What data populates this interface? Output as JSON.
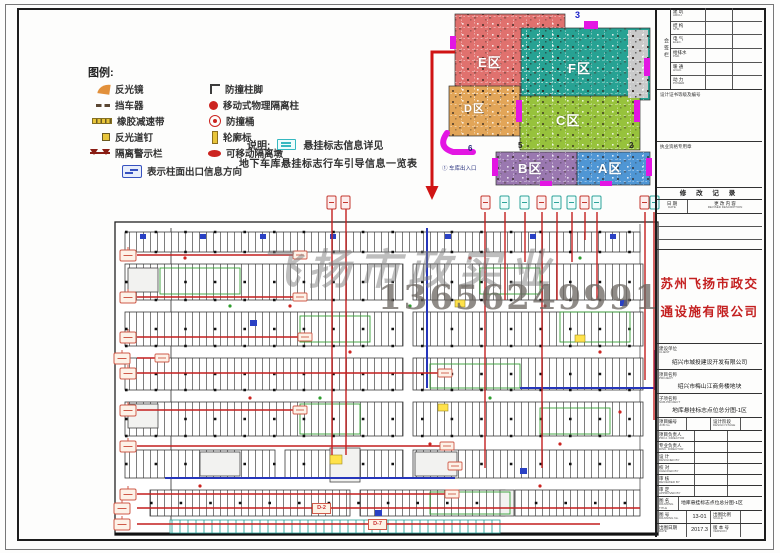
{
  "watermark": {
    "line1": "飞扬市政实业",
    "phone": "13656249991"
  },
  "legend": {
    "title": "图例:",
    "left": [
      {
        "label": "反光镜"
      },
      {
        "label": "挡车器"
      },
      {
        "label": "橡胶减速带"
      },
      {
        "label": "反光道钉"
      },
      {
        "label": "隔离警示栏"
      }
    ],
    "right": [
      {
        "label": "防撞柱脚"
      },
      {
        "label": "移动式物理隔离柱"
      },
      {
        "label": "防撞桶"
      },
      {
        "label": "轮廓标"
      },
      {
        "label": "可移动隔离墩"
      }
    ],
    "full_item": "表示柱面出口信息方向",
    "note_label": "说明:",
    "note_line1": "悬挂标志信息详见",
    "note_line2": "地下车库悬挂标志行车引导信息一览表"
  },
  "inset": {
    "zones": [
      {
        "id": "E",
        "label": "E区",
        "color": "#e0716e"
      },
      {
        "id": "F",
        "label": "F区",
        "color": "#27a293"
      },
      {
        "id": "D",
        "label": "D区",
        "color": "#e2a558"
      },
      {
        "id": "C",
        "label": "C区",
        "color": "#97c23c"
      },
      {
        "id": "B",
        "label": "B区",
        "color": "#9a78b0"
      },
      {
        "id": "A",
        "label": "A区",
        "color": "#4f96d4"
      }
    ],
    "entrance_label": "① 车库出入口",
    "ramp_numbers": {
      "n3": "3",
      "n5": "5",
      "n2": "2",
      "n6": "6"
    }
  },
  "plan": {
    "chips": [
      {
        "label": "D-2"
      },
      {
        "label": "D-7"
      }
    ]
  },
  "titleblock": {
    "signoff": {
      "side_label": "会签栏",
      "rows": [
        {
          "cn": "建 筑",
          "en": "ARCH."
        },
        {
          "cn": "结 构",
          "en": "STR."
        },
        {
          "cn": "电 气",
          "en": "ELEC."
        },
        {
          "cn": "给排水",
          "en": "P&D."
        },
        {
          "cn": "暖 通",
          "en": "HVAC."
        },
        {
          "cn": "动 力",
          "en": "POWER"
        }
      ]
    },
    "cert_label": "设计证书等级及编号",
    "stamp_label": "执业资格专用章",
    "revision": {
      "title": "修 改 记 录",
      "col_date_cn": "日 期",
      "col_date_en": "DATE",
      "col_desc_cn": "更 改 内 容",
      "col_desc_en": "REVISED DESCRIPTION"
    },
    "company_line1": "苏州飞扬市政交",
    "company_line2": "通设施有限公司",
    "client": {
      "cn": "建设单位",
      "en": "CLIENT",
      "value": "绍兴市城投建设开发有限公司"
    },
    "project": {
      "cn": "项目名称",
      "en": "PROJECT",
      "value": "绍兴市梅山江商务楼地块"
    },
    "subproject": {
      "cn": "子项名称",
      "en": "SUB-PROJECT",
      "value": "地库悬挂标志点位总分图-1区"
    },
    "grid": {
      "job_no_cn": "项目编号",
      "job_no_en": "JOB No.",
      "stage_cn": "设计阶段",
      "stage_en": "DESIGN STAGE",
      "personnel": [
        {
          "cn": "项目负责人",
          "en": "PROJ. DIRECTOR"
        },
        {
          "cn": "专业负责人",
          "en": "DISC. DIRECTOR"
        },
        {
          "cn": "设  计",
          "en": "DESIGNED BY"
        },
        {
          "cn": "校  对",
          "en": "CHECKED BY"
        },
        {
          "cn": "审  核",
          "en": "REVIEWED BY"
        },
        {
          "cn": "审  定",
          "en": "APPROVED BY"
        }
      ],
      "tname_cn": "图 名",
      "tname_en": "DRAWING TITLE",
      "tname_value": "地库悬挂标志点位总分图-1区",
      "tno_cn": "图 号",
      "tno_en": "DRAWING No.",
      "tno_value": "13-01",
      "scale_cn": "出图比例",
      "scale_en": "SCALE",
      "date_cn": "出图日期",
      "date_en": "DATE",
      "date_value": "2017.3",
      "version_cn": "版 本 号",
      "version_en": "VERSION"
    }
  }
}
